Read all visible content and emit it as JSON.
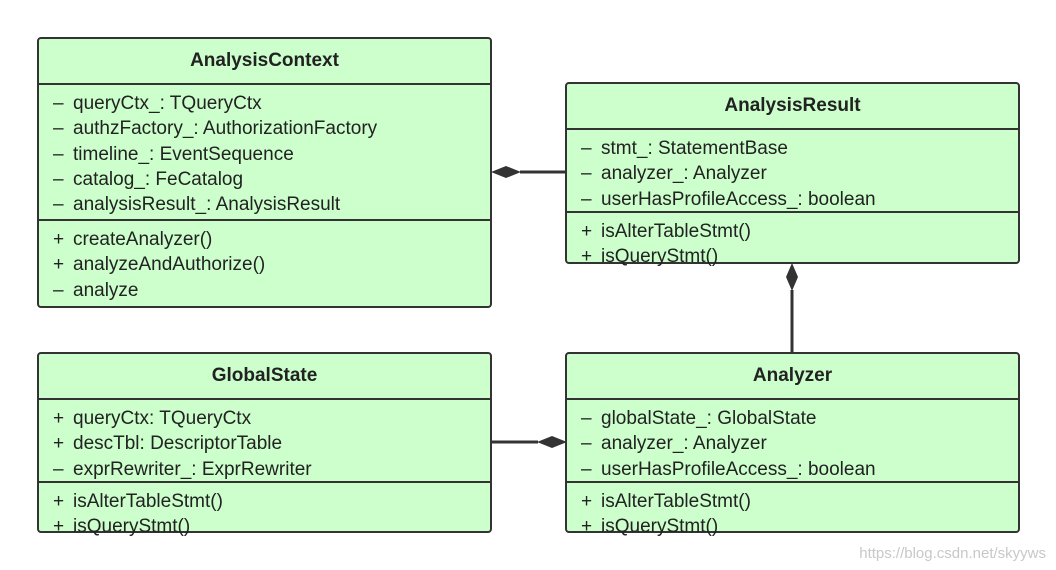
{
  "classes": {
    "analysis_context": {
      "name": "AnalysisContext",
      "attributes": [
        {
          "vis": "–",
          "text": "queryCtx_: TQueryCtx"
        },
        {
          "vis": "–",
          "text": "authzFactory_: AuthorizationFactory"
        },
        {
          "vis": "–",
          "text": "timeline_: EventSequence"
        },
        {
          "vis": "–",
          "text": "catalog_: FeCatalog"
        },
        {
          "vis": "–",
          "text": "analysisResult_: AnalysisResult"
        }
      ],
      "operations": [
        {
          "vis": "+",
          "text": "createAnalyzer()"
        },
        {
          "vis": "+",
          "text": "analyzeAndAuthorize()"
        },
        {
          "vis": "–",
          "text": "analyze"
        }
      ]
    },
    "analysis_result": {
      "name": "AnalysisResult",
      "attributes": [
        {
          "vis": "–",
          "text": "stmt_: StatementBase"
        },
        {
          "vis": "–",
          "text": "analyzer_: Analyzer"
        },
        {
          "vis": "–",
          "text": "userHasProfileAccess_: boolean"
        }
      ],
      "operations": [
        {
          "vis": "+",
          "text": "isAlterTableStmt()"
        },
        {
          "vis": "+",
          "text": "isQueryStmt()"
        }
      ]
    },
    "global_state": {
      "name": "GlobalState",
      "attributes": [
        {
          "vis": "+",
          "text": "queryCtx: TQueryCtx"
        },
        {
          "vis": "+",
          "text": "descTbl: DescriptorTable"
        },
        {
          "vis": "–",
          "text": "exprRewriter_: ExprRewriter"
        }
      ],
      "operations": [
        {
          "vis": "+",
          "text": "isAlterTableStmt()"
        },
        {
          "vis": "+",
          "text": "isQueryStmt()"
        }
      ]
    },
    "analyzer": {
      "name": "Analyzer",
      "attributes": [
        {
          "vis": "–",
          "text": "globalState_: GlobalState"
        },
        {
          "vis": "–",
          "text": "analyzer_: Analyzer"
        },
        {
          "vis": "–",
          "text": "userHasProfileAccess_: boolean"
        }
      ],
      "operations": [
        {
          "vis": "+",
          "text": "isAlterTableStmt()"
        },
        {
          "vis": "+",
          "text": "isQueryStmt()"
        }
      ]
    }
  },
  "relations": [
    {
      "type": "composition",
      "whole": "AnalysisContext",
      "part": "AnalysisResult"
    },
    {
      "type": "composition",
      "whole": "AnalysisResult",
      "part": "Analyzer"
    },
    {
      "type": "composition",
      "whole": "Analyzer",
      "part": "GlobalState"
    }
  ],
  "watermark": "https://blog.csdn.net/skyyws",
  "colors": {
    "class_fill": "#ccffcc",
    "border": "#333333",
    "text": "#222222"
  }
}
